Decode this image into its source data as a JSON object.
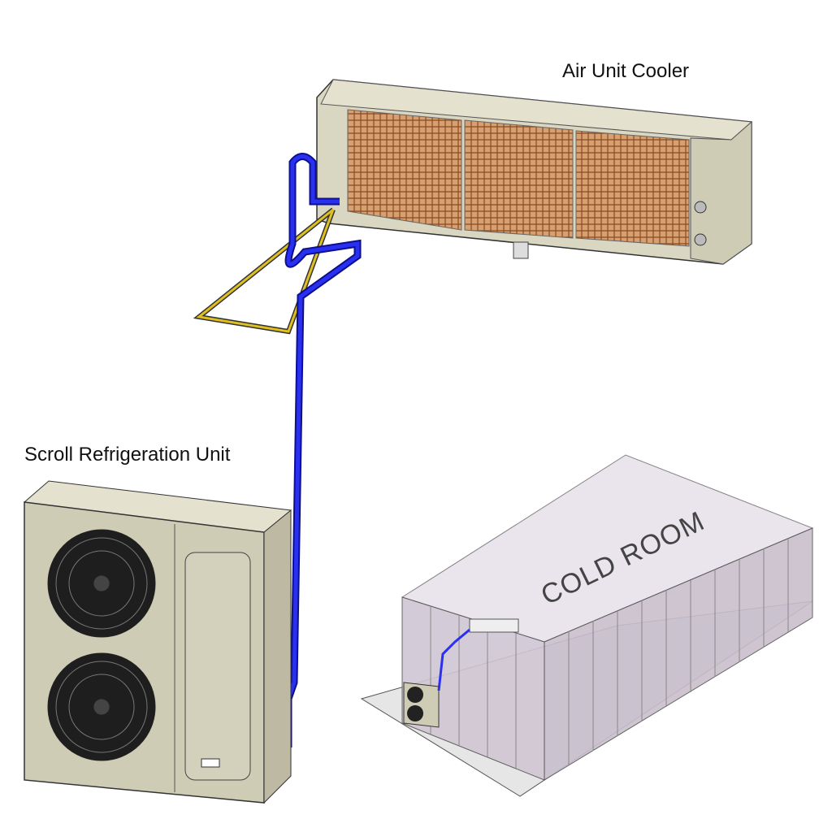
{
  "labels": {
    "air_unit_cooler": "Air Unit Cooler",
    "scroll_refrigeration_unit": "Scroll Refrigeration Unit",
    "cold_room": "COLD ROOM"
  },
  "colors": {
    "housing": "#d9d6c2",
    "coil": "#c8874a",
    "pipe_blue": "#1a1fd6",
    "pipe_yellow": "#e0c020",
    "room_glass": "#d8d0dc"
  }
}
